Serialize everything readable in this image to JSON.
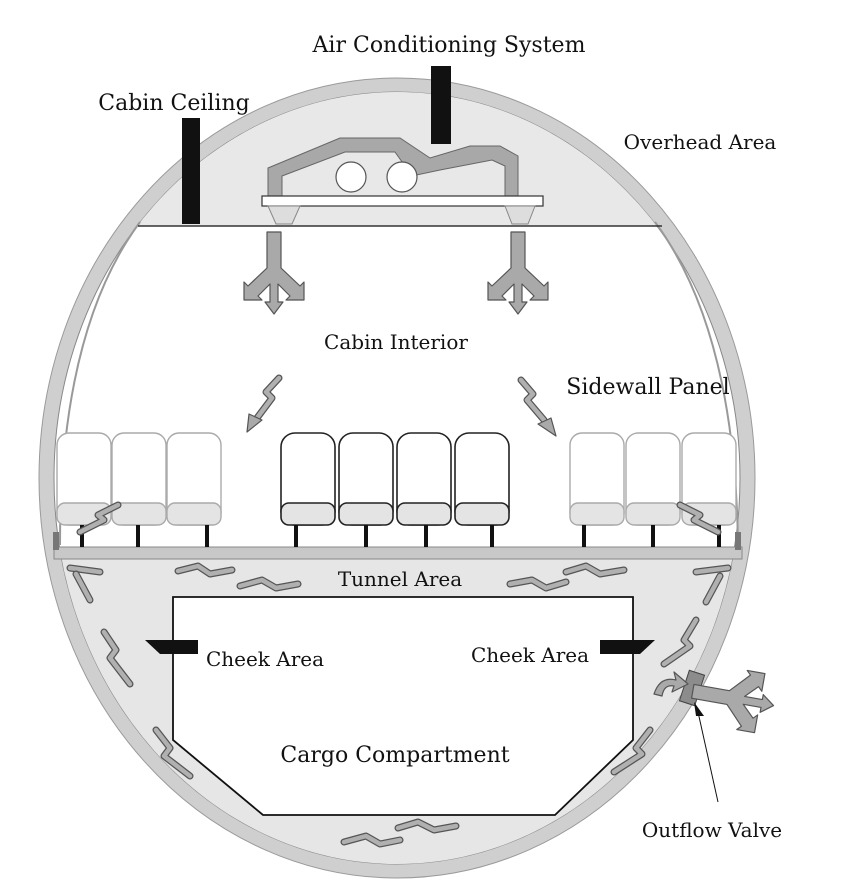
{
  "labels": {
    "air_conditioning": "Air Conditioning System",
    "cabin_ceiling": "Cabin Ceiling",
    "overhead_area": "Overhead Area",
    "cabin_interior": "Cabin Interior",
    "sidewall_panel": "Sidewall Panel",
    "tunnel_area": "Tunnel Area",
    "cheek_area_left": "Cheek Area",
    "cheek_area_right": "Cheek Area",
    "cargo_compartment": "Cargo Compartment",
    "outflow_valve": "Outflow Valve"
  },
  "colors": {
    "fuselage_ring": "#c8c8c8",
    "fill_area": "#e6e6e6",
    "duct": "#a8a8a8",
    "arrow": "#a9a9a9",
    "callout": "#111111",
    "outflow_valve": "#8c8c8c"
  },
  "icons": [
    "marker-bar",
    "flow-arrow",
    "wavy-flow-arrow",
    "passenger-seat"
  ]
}
